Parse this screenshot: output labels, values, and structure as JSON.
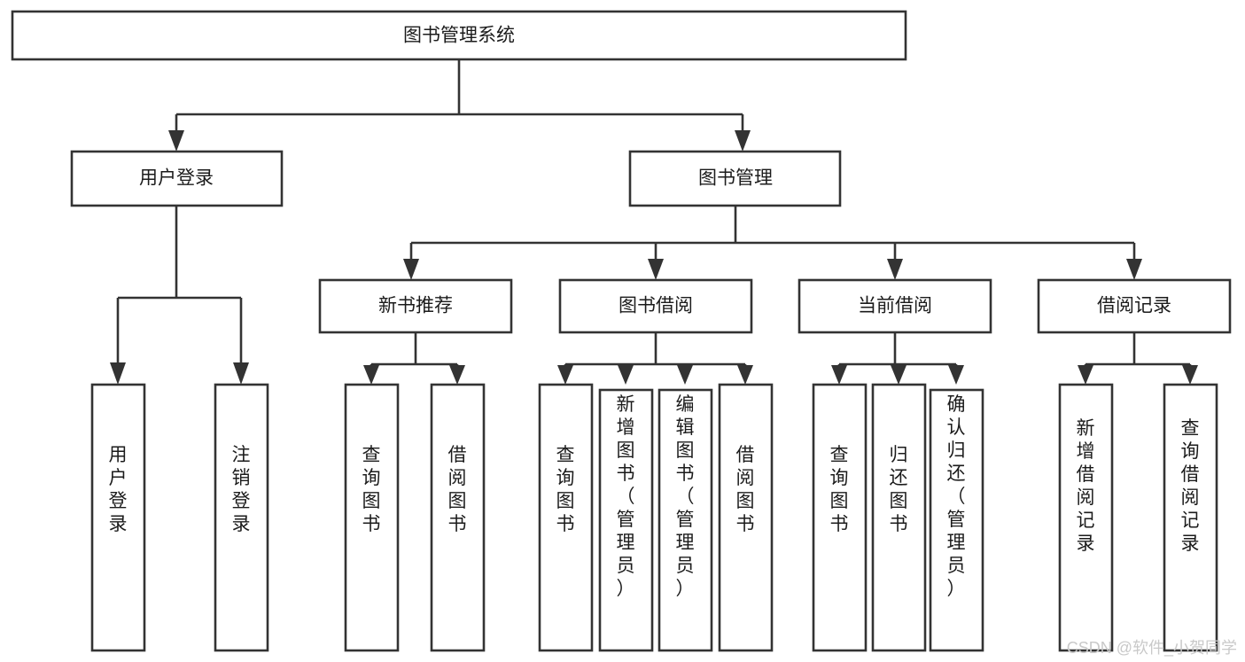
{
  "diagram": {
    "title": "图书管理系统",
    "type": "功能结构图",
    "root": {
      "id": "root",
      "label": "图书管理系统",
      "orientation": "horizontal"
    },
    "level1": [
      {
        "id": "user-login",
        "label": "用户登录",
        "orientation": "horizontal"
      },
      {
        "id": "book-manage",
        "label": "图书管理",
        "orientation": "horizontal"
      }
    ],
    "level2": [
      {
        "id": "new-book-recommend",
        "label": "新书推荐",
        "parent": "book-manage",
        "orientation": "horizontal"
      },
      {
        "id": "book-borrow",
        "label": "图书借阅",
        "parent": "book-manage",
        "orientation": "horizontal"
      },
      {
        "id": "current-borrow",
        "label": "当前借阅",
        "parent": "book-manage",
        "orientation": "horizontal"
      },
      {
        "id": "borrow-record",
        "label": "借阅记录",
        "parent": "book-manage",
        "orientation": "horizontal"
      }
    ],
    "leaves": [
      {
        "id": "leaf-user-login",
        "label": "用户登录",
        "parent": "user-login",
        "orientation": "vertical"
      },
      {
        "id": "leaf-user-logout",
        "label": "注销登录",
        "parent": "user-login",
        "orientation": "vertical"
      },
      {
        "id": "leaf-query-book-1",
        "label": "查询图书",
        "parent": "new-book-recommend",
        "orientation": "vertical"
      },
      {
        "id": "leaf-borrow-book-1",
        "label": "借阅图书",
        "parent": "new-book-recommend",
        "orientation": "vertical"
      },
      {
        "id": "leaf-query-book-2",
        "label": "查询图书",
        "parent": "book-borrow",
        "orientation": "vertical"
      },
      {
        "id": "leaf-add-book",
        "label": "新增图书（管理员）",
        "parent": "book-borrow",
        "orientation": "vertical"
      },
      {
        "id": "leaf-edit-book",
        "label": "编辑图书（管理员）",
        "parent": "book-borrow",
        "orientation": "vertical"
      },
      {
        "id": "leaf-borrow-book-2",
        "label": "借阅图书",
        "parent": "book-borrow",
        "orientation": "vertical"
      },
      {
        "id": "leaf-query-book-3",
        "label": "查询图书",
        "parent": "current-borrow",
        "orientation": "vertical"
      },
      {
        "id": "leaf-return-book",
        "label": "归还图书",
        "parent": "current-borrow",
        "orientation": "vertical"
      },
      {
        "id": "leaf-confirm-return",
        "label": "确认归还（管理员）",
        "parent": "current-borrow",
        "orientation": "vertical"
      },
      {
        "id": "leaf-add-record",
        "label": "新增借阅记录",
        "parent": "borrow-record",
        "orientation": "vertical"
      },
      {
        "id": "leaf-query-record",
        "label": "查询借阅记录",
        "parent": "borrow-record",
        "orientation": "vertical"
      }
    ],
    "colors": {
      "box_stroke": "#333333",
      "box_fill": "#ffffff",
      "text": "#1b1b1b",
      "connector": "#333333",
      "watermark": "#c9c9c9",
      "background": "#ffffff"
    }
  },
  "watermark": {
    "text": "CSDN @软件_小贺同学"
  }
}
